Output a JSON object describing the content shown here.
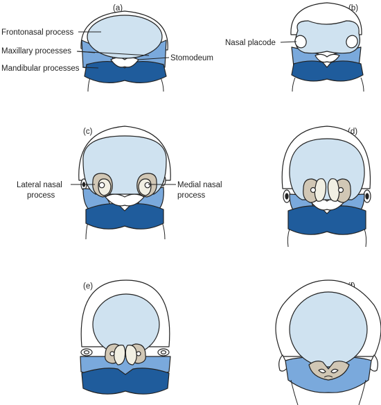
{
  "colors": {
    "frontonasal": "#cfe2f0",
    "maxillary": "#7aa9dc",
    "mandibular": "#1f5c9c",
    "nasal_tissue": "#d1c7b5",
    "nasal_inner": "#f1efe3",
    "outline": "#222222",
    "background": "#ffffff"
  },
  "panels": [
    {
      "letter": "(a)"
    },
    {
      "letter": "(b)"
    },
    {
      "letter": "(c)"
    },
    {
      "letter": "(d)"
    },
    {
      "letter": "(e)"
    },
    {
      "letter": "(f)"
    }
  ],
  "labels": {
    "frontonasal": "Frontonasal process",
    "maxillary": "Maxillary processes",
    "mandibular": "Mandibular processes",
    "stomodeum": "Stomodeum",
    "nasal_placode": "Nasal placode",
    "lateral_nasal_1": "Lateral nasal",
    "lateral_nasal_2": "process",
    "medial_nasal_1": "Medial nasal",
    "medial_nasal_2": "process"
  }
}
